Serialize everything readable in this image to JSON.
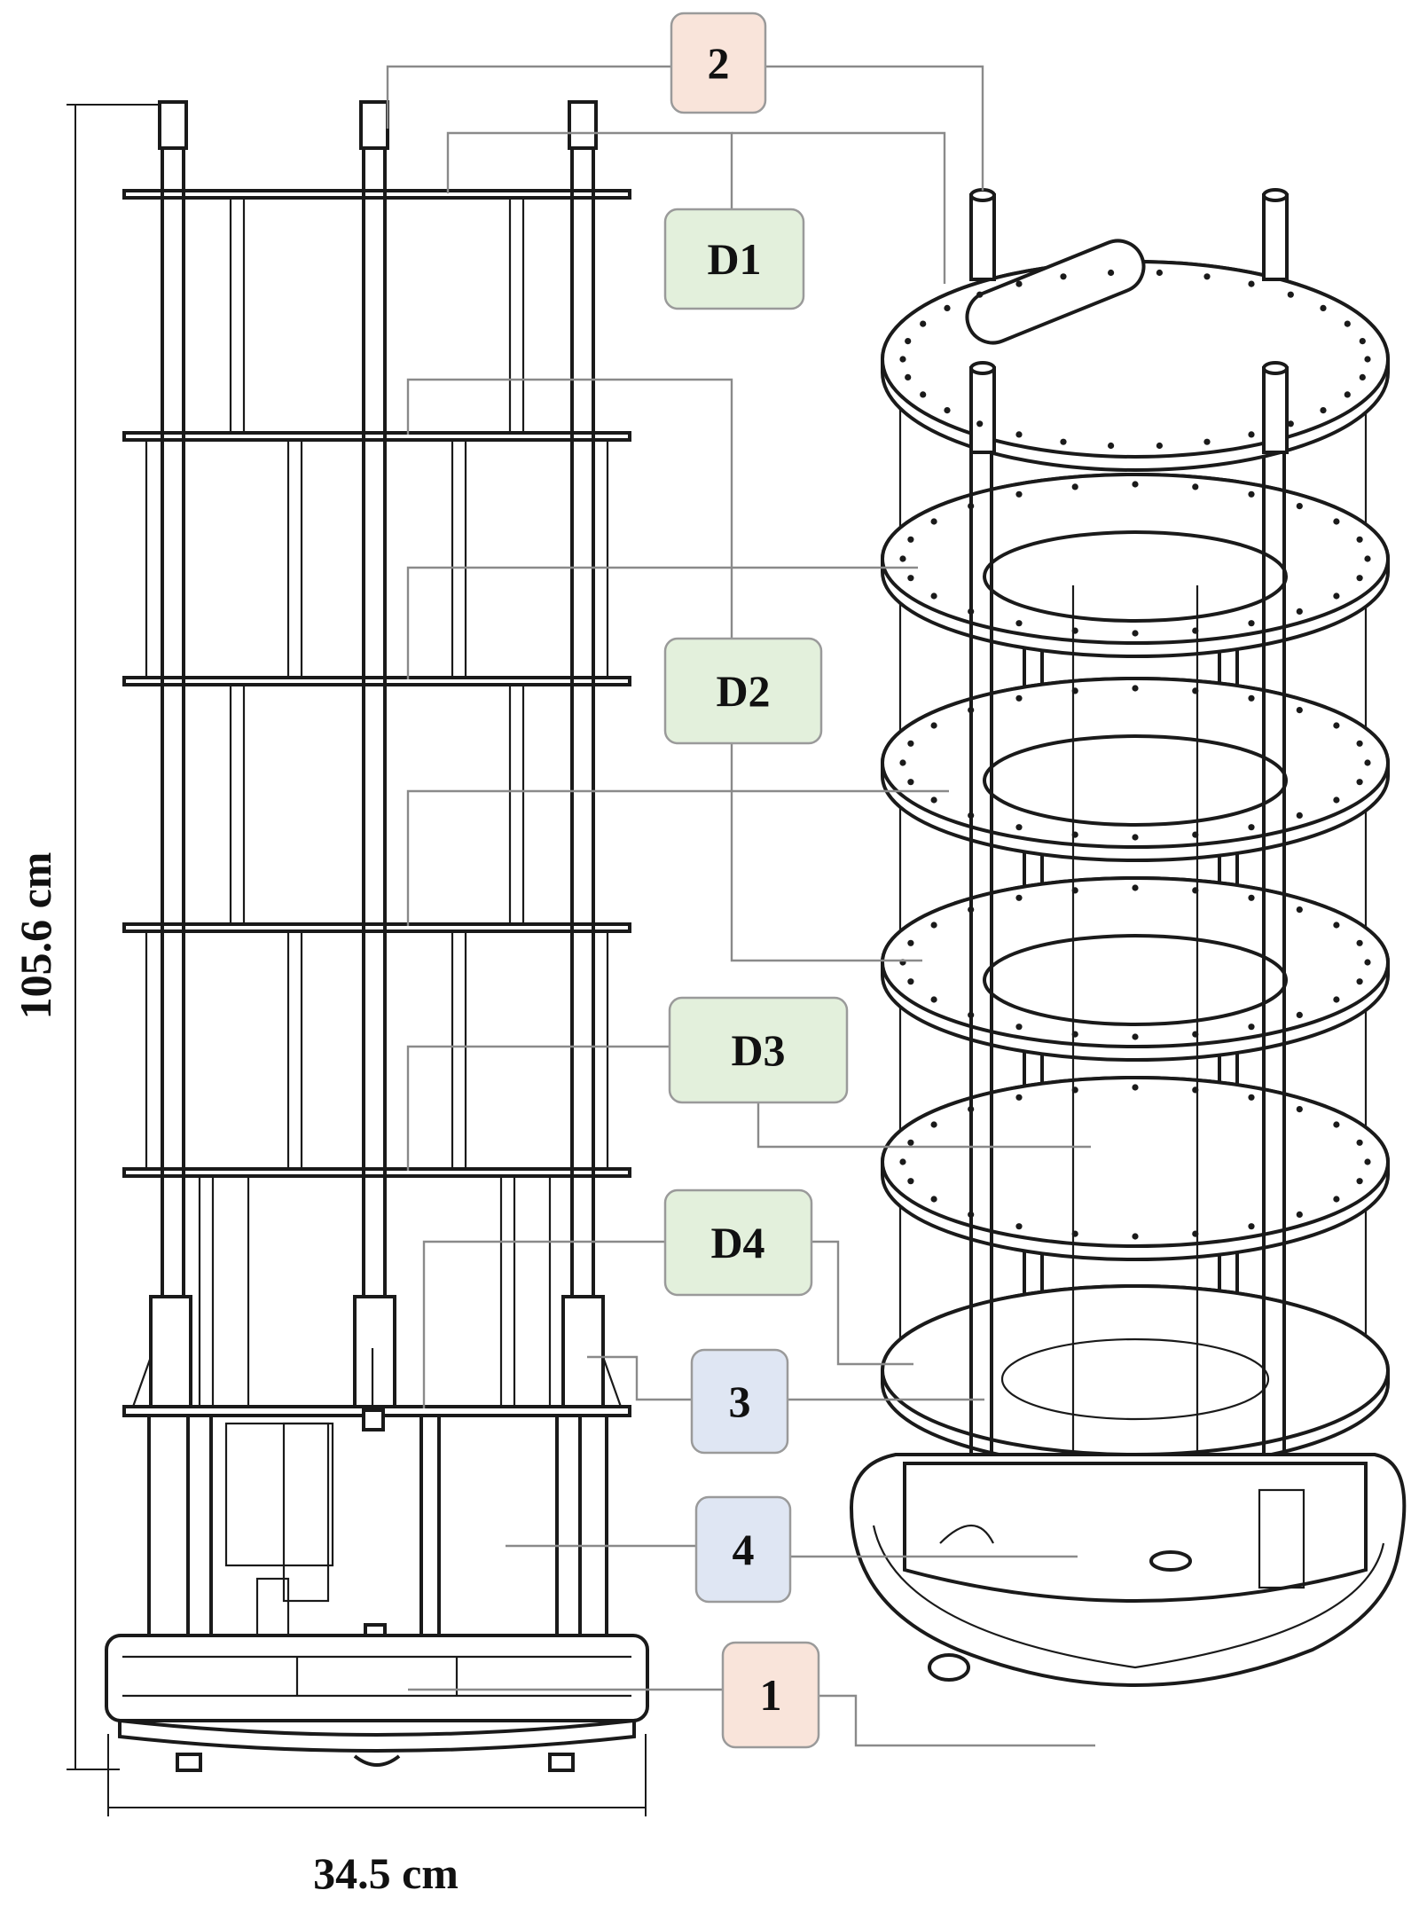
{
  "colors": {
    "peach_box": "#f9e4da",
    "green_box": "#e3f0dc",
    "blue_box": "#dfe6f3",
    "box_border": "#9a9a9a",
    "leader": "#8a8a8a"
  },
  "labels": {
    "part_2": "2",
    "d1": "D1",
    "d2": "D2",
    "d3": "D3",
    "d4": "D4",
    "part_3": "3",
    "part_4": "4",
    "part_1": "1"
  },
  "dimensions": {
    "height": "105.6 cm",
    "width": "34.5 cm"
  }
}
